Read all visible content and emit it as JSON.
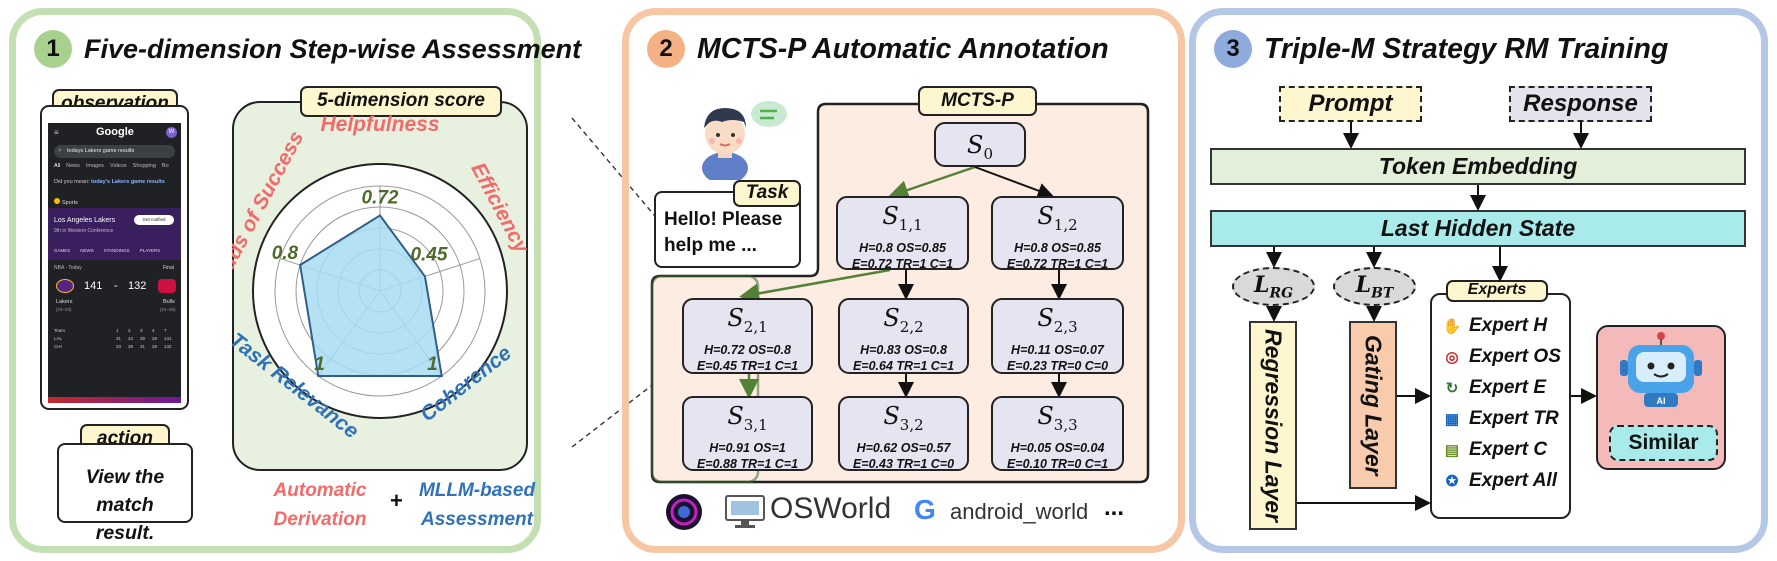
{
  "panel1": {
    "number": "1",
    "title": "Five-dimension Step-wise Assessment",
    "observation_label": "observation",
    "phone": {
      "brand": "Google",
      "search_query": "todays Lakers game results",
      "tabs": [
        "All",
        "News",
        "Images",
        "Videos",
        "Shopping",
        "Bo"
      ],
      "did_you_mean_prefix": "Did you mean:",
      "did_you_mean_query": "today's Lakers game results",
      "sports_label": "Sports",
      "team_name": "Los Angeles Lakers",
      "team_sub": "9th in Western Conference",
      "notify_btn": "Get notified",
      "sub_tabs": [
        "GAMES",
        "NEWS",
        "STANDINGS",
        "PLAYERS"
      ],
      "league": "NBA · Today",
      "status": "Final",
      "home_score": "141",
      "dash": "-",
      "away_score": "132",
      "home_team": "Lakers",
      "away_team": "Bulls",
      "home_record": "(23–23)",
      "away_record": "(21–25)",
      "table_header": [
        "Team",
        "1",
        "2",
        "3",
        "4",
        "T"
      ],
      "table_rows": [
        [
          "LAL",
          "31",
          "42",
          "39",
          "29",
          "141"
        ],
        [
          "CHI",
          "33",
          "39",
          "31",
          "29",
          "132"
        ]
      ]
    },
    "action_label": "action",
    "action_text": "View the match result.",
    "score_label": "5-dimension score",
    "dimensions": [
      {
        "name": "Helpfulness",
        "value": 0.72,
        "display": "0.72"
      },
      {
        "name": "Efficiency",
        "value": 0.45,
        "display": "0.45"
      },
      {
        "name": "Coherence",
        "value": 1,
        "display": "1"
      },
      {
        "name": "Task Relevance",
        "value": 1,
        "display": "1"
      },
      {
        "name": "Odds of Success",
        "value": 0.8,
        "display": "0.8"
      }
    ],
    "auto_deriv": "Automatic Derivation",
    "plus": "+",
    "mllm_assess": "MLLM-based Assessment",
    "colors": {
      "border": "#c5dfb4",
      "fill": "#e8f1df",
      "radar": "#a8dcf3",
      "red": "#f36a6a",
      "blue": "#2f72b8",
      "green": "#4f6b2c"
    }
  },
  "panel2": {
    "number": "2",
    "title": "MCTS-P Automatic Annotation",
    "task_label": "Task",
    "task_text": "Hello! Please help me ...",
    "mcts_label": "MCTS-P",
    "nodes": [
      {
        "id": "root",
        "name": "S",
        "sub": "0",
        "l1": "",
        "l2": ""
      },
      {
        "id": "n11",
        "name": "S",
        "sub": "1,1",
        "l1": "H=0.8  OS=0.85",
        "l2": "E=0.72  TR=1  C=1"
      },
      {
        "id": "n12",
        "name": "S",
        "sub": "1,2",
        "l1": "H=0.8  OS=0.85",
        "l2": "E=0.72  TR=1  C=1"
      },
      {
        "id": "n21",
        "name": "S",
        "sub": "2,1",
        "l1": "H=0.72  OS=0.8",
        "l2": "E=0.45  TR=1  C=1"
      },
      {
        "id": "n22",
        "name": "S",
        "sub": "2,2",
        "l1": "H=0.83  OS=0.8",
        "l2": "E=0.64  TR=1  C=1"
      },
      {
        "id": "n23",
        "name": "S",
        "sub": "2,3",
        "l1": "H=0.11  OS=0.07",
        "l2": "E=0.23  TR=0  C=0"
      },
      {
        "id": "n31",
        "name": "S",
        "sub": "3,1",
        "l1": "H=0.91  OS=1",
        "l2": "E=0.88  TR=1  C=1"
      },
      {
        "id": "n32",
        "name": "S",
        "sub": "3,2",
        "l1": "H=0.62  OS=0.57",
        "l2": "E=0.43  TR=1  C=0"
      },
      {
        "id": "n33",
        "name": "S",
        "sub": "3,3",
        "l1": "H=0.05  OS=0.04",
        "l2": "E=0.10  TR=0  C=1"
      }
    ],
    "osworld": "OSWorld",
    "android_world": "android_world",
    "ellipsis": "...",
    "colors": {
      "border": "#f6c7a4",
      "fill": "#fcece2",
      "node": "#e7e4f1",
      "green_arrow": "#538135"
    }
  },
  "panel3": {
    "number": "3",
    "title": "Triple-M Strategy RM Training",
    "prompt": "Prompt",
    "response": "Response",
    "token_embedding": "Token Embedding",
    "last_hidden_state": "Last Hidden State",
    "l_rg": "L",
    "l_rg_sub": "RG",
    "l_bt": "L",
    "l_bt_sub": "BT",
    "regression_layer": "Regression Layer",
    "gating_layer": "Gating Layer",
    "experts_label": "Experts",
    "experts": [
      "Expert H",
      "Expert OS",
      "Expert E",
      "Expert TR",
      "Expert C",
      "Expert All"
    ],
    "ai_label": "AI",
    "similar": "Similar",
    "colors": {
      "border": "#b4c7e7",
      "token": "#e2efd9",
      "hidden": "#a9eaea",
      "layer": "#fdf6cf",
      "gating": "#f7cbac",
      "robot_bg": "#f4b9b9"
    }
  }
}
